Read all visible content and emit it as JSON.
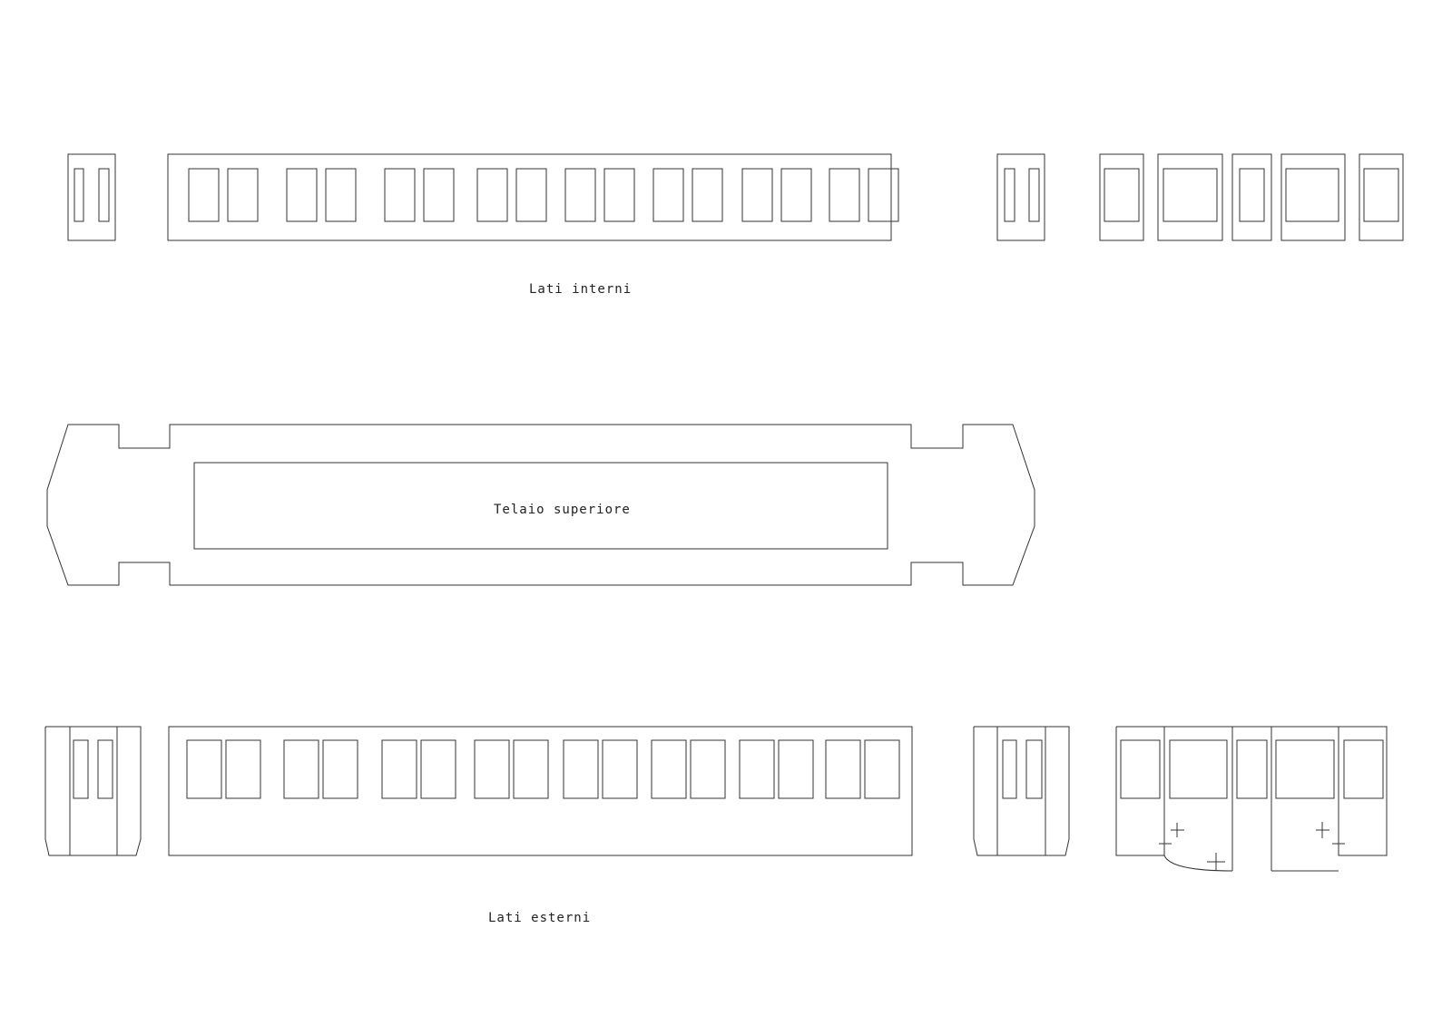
{
  "labels": {
    "inner_sides": "Lati interni",
    "upper_frame": "Telaio superiore",
    "outer_sides": "Lati esterni"
  }
}
